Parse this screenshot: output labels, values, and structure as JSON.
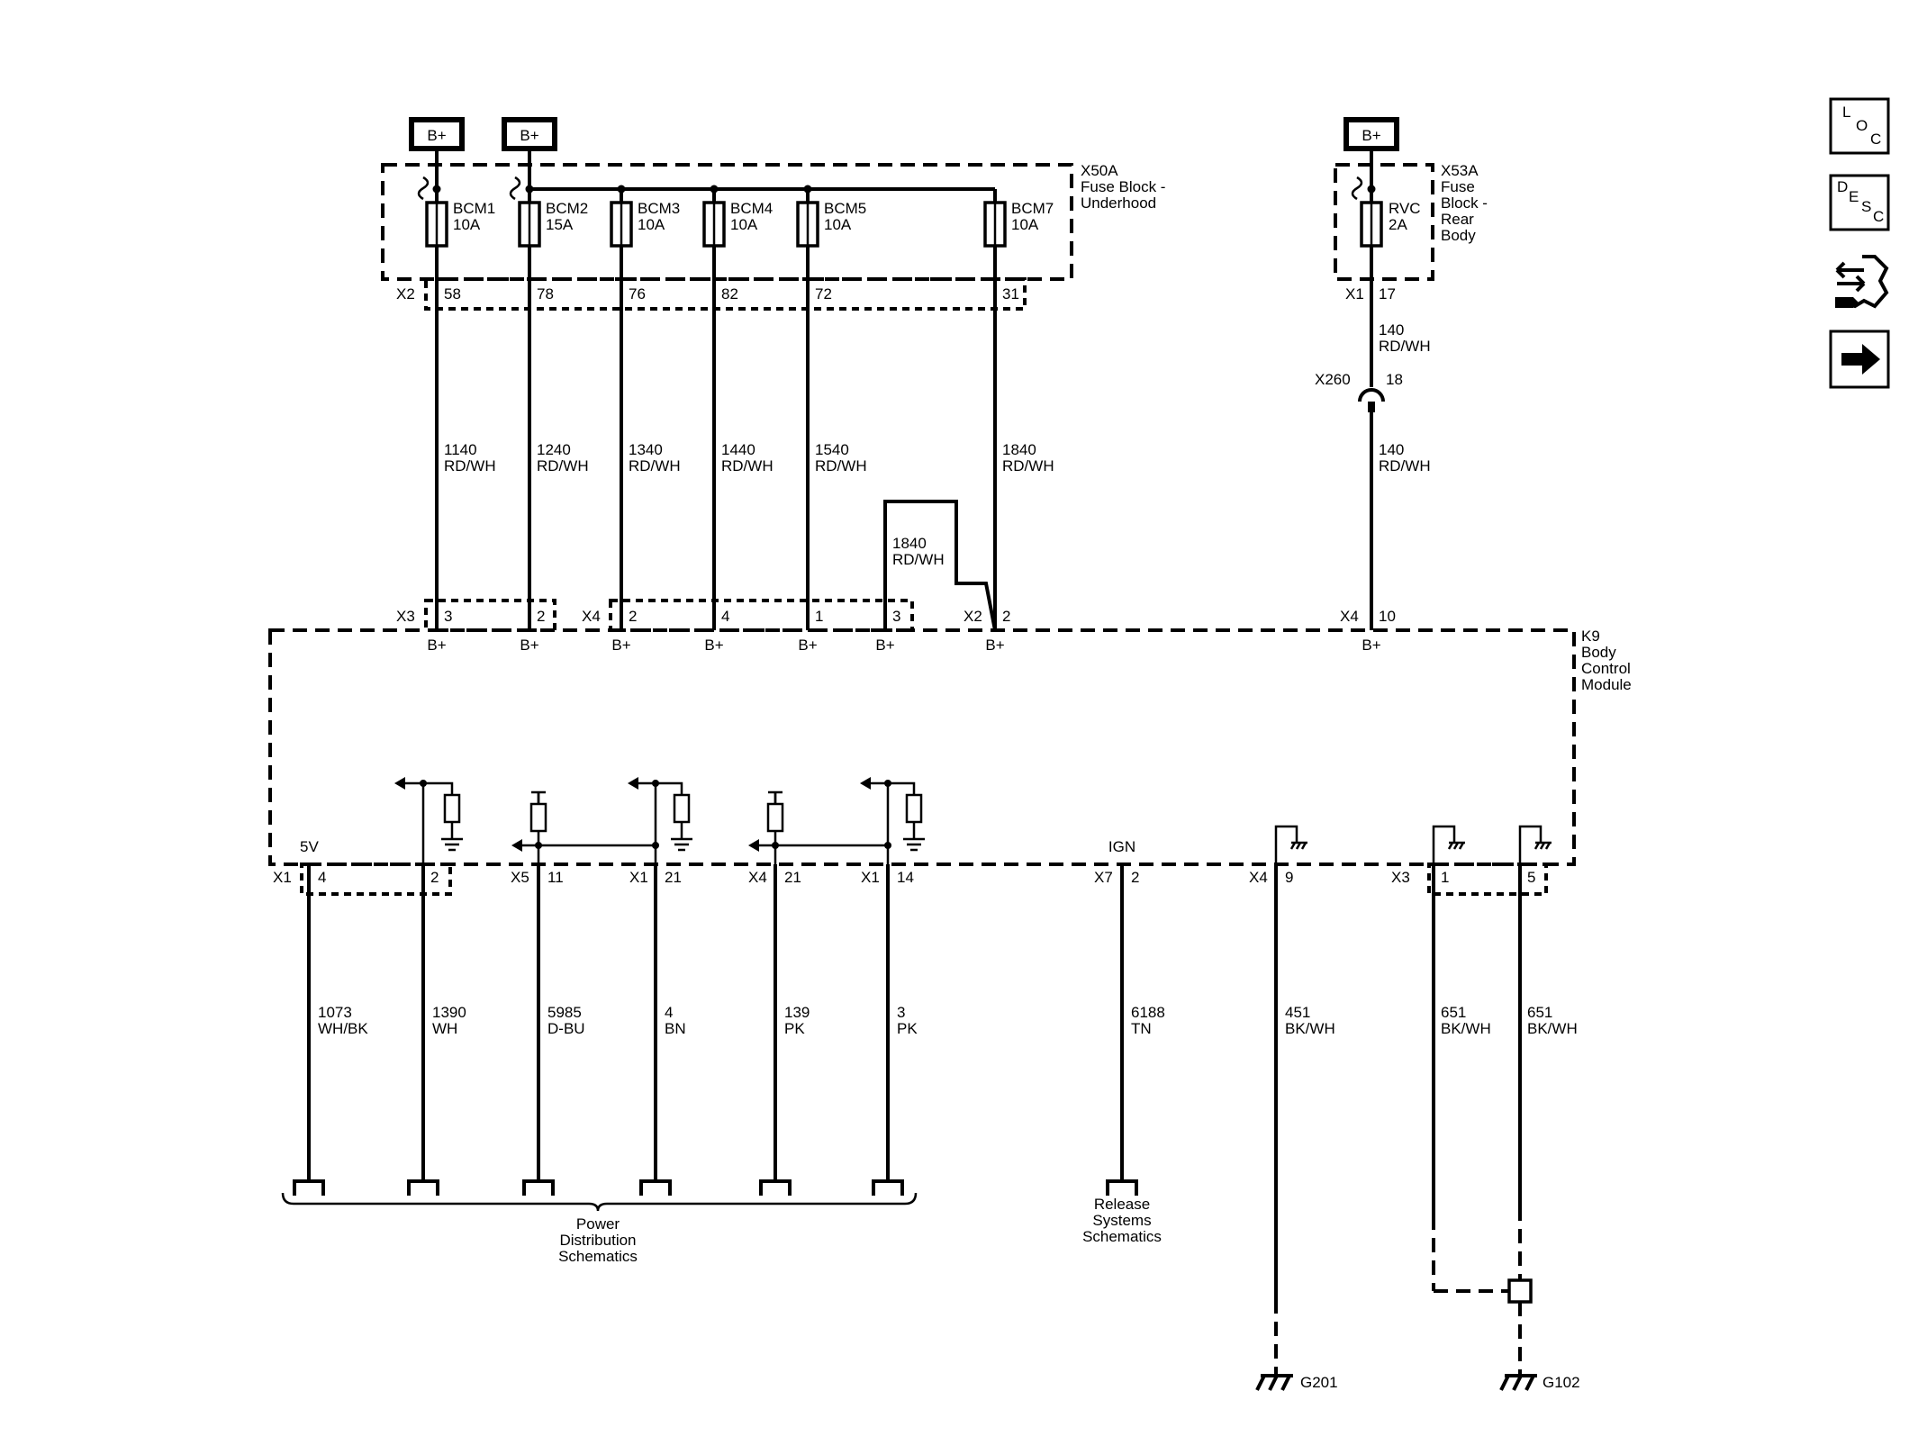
{
  "supply_tag": "B+",
  "fuse_block_underhood": {
    "id": "X50A",
    "lines": [
      "X50A",
      "Fuse Block -",
      "Underhood"
    ],
    "connector": "X2",
    "fuses": [
      {
        "name": "BCM1",
        "rating": "10A",
        "pin": "58",
        "circuit": "1140",
        "color": "RD/WH"
      },
      {
        "name": "BCM2",
        "rating": "15A",
        "pin": "78",
        "circuit": "1240",
        "color": "RD/WH"
      },
      {
        "name": "BCM3",
        "rating": "10A",
        "pin": "76",
        "circuit": "1340",
        "color": "RD/WH"
      },
      {
        "name": "BCM4",
        "rating": "10A",
        "pin": "82",
        "circuit": "1440",
        "color": "RD/WH"
      },
      {
        "name": "BCM5",
        "rating": "10A",
        "pin": "72",
        "circuit": "1540",
        "color": "RD/WH"
      },
      {
        "name": "BCM7",
        "rating": "10A",
        "pin": "31",
        "circuit": "1840",
        "color": "RD/WH"
      }
    ]
  },
  "fuse_block_rear": {
    "id": "X53A",
    "lines": [
      "X53A",
      "Fuse",
      "Block -",
      "Rear",
      "Body"
    ],
    "connector": "X1",
    "fuse": {
      "name": "RVC",
      "rating": "2A",
      "pin": "17"
    },
    "upper_circuit": {
      "number": "140",
      "color": "RD/WH"
    },
    "inline_connector": {
      "name": "X260",
      "pin": "18"
    },
    "lower_circuit": {
      "number": "140",
      "color": "RD/WH"
    }
  },
  "jumper_circuit": {
    "number": "1840",
    "color": "RD/WH"
  },
  "bcm_module": {
    "lines": [
      "K9",
      "Body",
      "Control",
      "Module"
    ],
    "top_pins": [
      {
        "connector": "X3",
        "pin": "3",
        "label": "B+"
      },
      {
        "connector": "",
        "pin": "2",
        "label": "B+"
      },
      {
        "connector": "X4",
        "pin": "2",
        "label": "B+"
      },
      {
        "connector": "",
        "pin": "4",
        "label": "B+"
      },
      {
        "connector": "",
        "pin": "1",
        "label": "B+"
      },
      {
        "connector": "",
        "pin": "3",
        "label": "B+"
      },
      {
        "connector": "X2",
        "pin": "2",
        "label": "B+"
      },
      {
        "connector": "X4",
        "pin": "10",
        "label": "B+"
      }
    ],
    "internal_labels": {
      "five_volt": "5V",
      "ign": "IGN"
    }
  },
  "bottom_wires": [
    {
      "connector": "X1",
      "pin": "4",
      "circuit": "1073",
      "color": "WH/BK"
    },
    {
      "connector": "",
      "pin": "2",
      "circuit": "1390",
      "color": "WH"
    },
    {
      "connector": "X5",
      "pin": "11",
      "circuit": "5985",
      "color": "D-BU"
    },
    {
      "connector": "X1",
      "pin": "21",
      "circuit": "4",
      "color": "BN"
    },
    {
      "connector": "X4",
      "pin": "21",
      "circuit": "139",
      "color": "PK"
    },
    {
      "connector": "X1",
      "pin": "14",
      "circuit": "3",
      "color": "PK"
    },
    {
      "connector": "X7",
      "pin": "2",
      "circuit": "6188",
      "color": "TN"
    },
    {
      "connector": "X4",
      "pin": "9",
      "circuit": "451",
      "color": "BK/WH"
    },
    {
      "connector": "X3",
      "pin": "1",
      "circuit": "651",
      "color": "BK/WH"
    },
    {
      "connector": "",
      "pin": "5",
      "circuit": "651",
      "color": "BK/WH"
    }
  ],
  "references": {
    "power": [
      "Power",
      "Distribution",
      "Schematics"
    ],
    "release": [
      "Release",
      "Systems",
      "Schematics"
    ]
  },
  "grounds": [
    "G201",
    "G102"
  ],
  "side_buttons": [
    {
      "icon": "loc-icon",
      "chars": [
        "L",
        "O",
        "C"
      ]
    },
    {
      "icon": "desc-icon",
      "chars": [
        "D",
        "E",
        "S",
        "C"
      ]
    },
    {
      "icon": "connector-tool-icon"
    },
    {
      "icon": "arrow-right-icon"
    }
  ]
}
